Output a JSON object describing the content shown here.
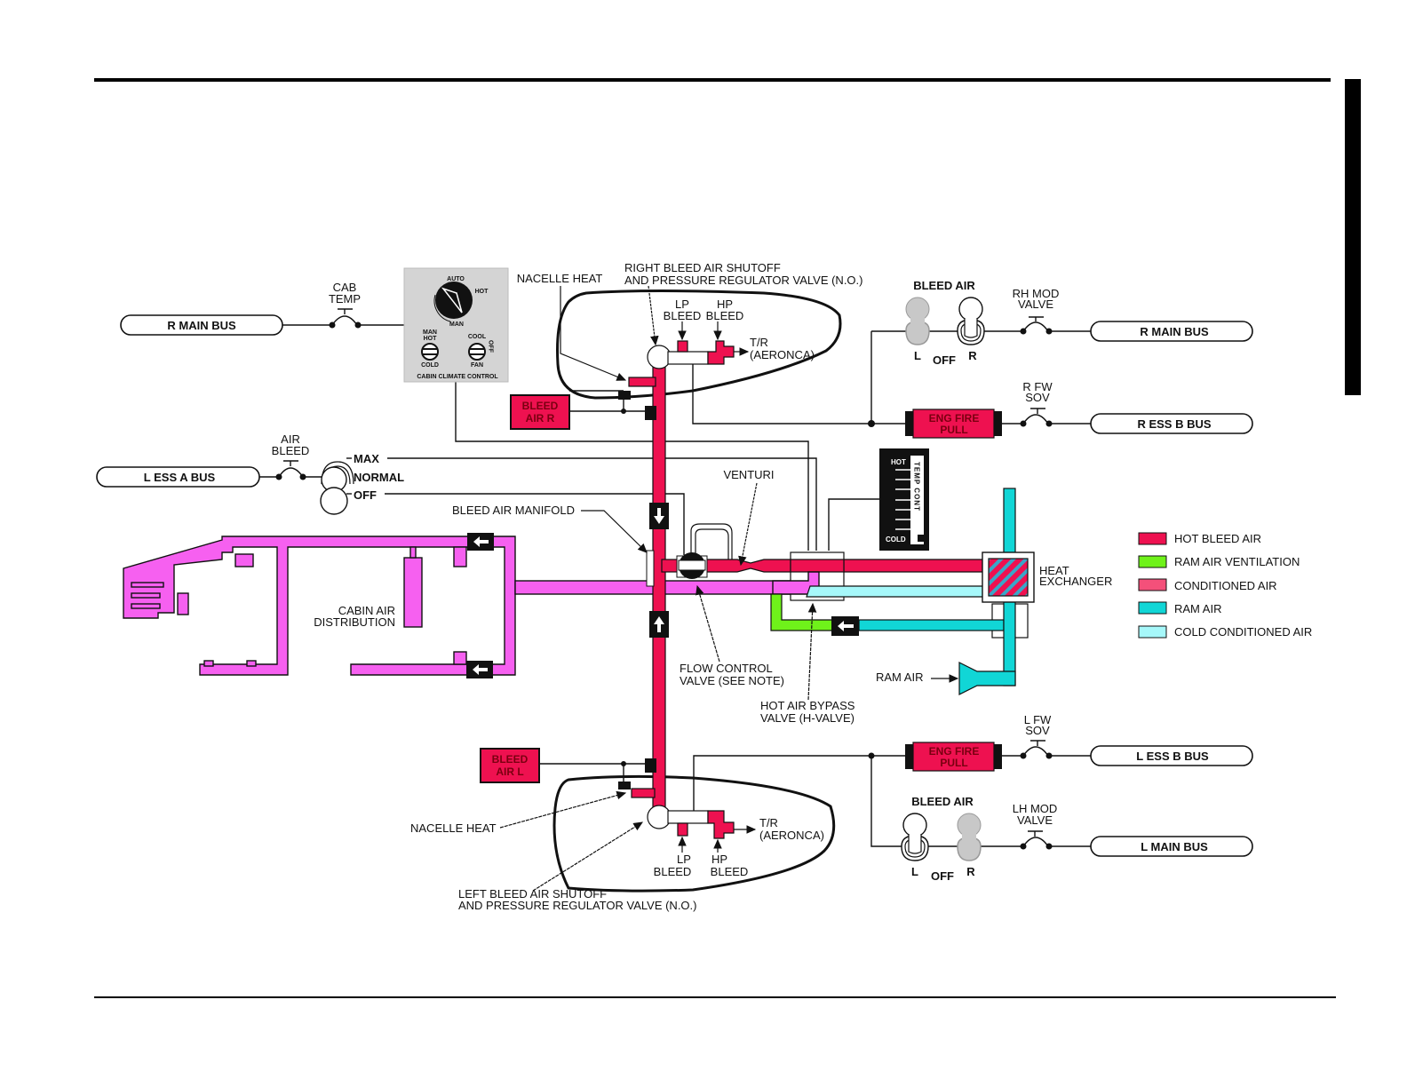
{
  "page": {
    "title": "Cabin Climate Control / Bleed Air System Schematic"
  },
  "buses": {
    "r_main_left": "R MAIN BUS",
    "r_main_right": "R MAIN BUS",
    "r_ess_b": "R ESS B BUS",
    "l_ess_a": "L ESS A BUS",
    "l_ess_b": "L ESS B BUS",
    "l_main": "L MAIN BUS"
  },
  "breakers": {
    "cab_temp": [
      "CAB",
      "TEMP"
    ],
    "air_bleed": [
      "AIR",
      "BLEED"
    ],
    "rh_mod_valve": [
      "RH MOD",
      "VALVE"
    ],
    "r_fw_sov": [
      "R FW",
      "SOV"
    ],
    "l_fw_sov": [
      "L FW",
      "SOV"
    ],
    "lh_mod_valve": [
      "LH MOD",
      "VALVE"
    ]
  },
  "panel": {
    "title": "CABIN CLIMATE CONTROL",
    "knob_auto": "AUTO",
    "knob_hot": "HOT",
    "knob_man": "MAN",
    "left_top": [
      "MAN",
      "HOT"
    ],
    "left_bottom": "COLD",
    "right_top": "COOL",
    "right_side": "OFF",
    "right_bottom": "FAN"
  },
  "air_bleed_switch": {
    "positions": [
      "MAX",
      "NORMAL",
      "OFF"
    ]
  },
  "bleed_air_switch_right": {
    "title": "BLEED AIR",
    "l": "L",
    "off": "OFF",
    "r": "R"
  },
  "bleed_air_switch_left": {
    "title": "BLEED AIR",
    "l": "L",
    "off": "OFF",
    "r": "R"
  },
  "annunciators": {
    "bleed_air_r": [
      "BLEED",
      "AIR R"
    ],
    "bleed_air_l": [
      "BLEED",
      "AIR L"
    ],
    "eng_fire_pull_r": [
      "ENG FIRE",
      "PULL"
    ],
    "eng_fire_pull_l": [
      "ENG FIRE",
      "PULL"
    ]
  },
  "labels": {
    "nacelle_heat_r": "NACELLE HEAT",
    "right_valve": [
      "RIGHT BLEED AIR SHUTOFF",
      "AND PRESSURE REGULATOR VALVE (N.O.)"
    ],
    "lp_bleed_r": [
      "LP",
      "BLEED"
    ],
    "hp_bleed_r": [
      "HP",
      "BLEED"
    ],
    "tr_r": [
      "T/R",
      "(AERONCA)"
    ],
    "venturi": "VENTURI",
    "bleed_air_manifold": "BLEED AIR MANIFOLD",
    "cabin_air_distribution": [
      "CABIN AIR",
      "DISTRIBUTION"
    ],
    "flow_control_valve": [
      "FLOW CONTROL",
      "VALVE (SEE NOTE)"
    ],
    "hot_air_bypass": [
      "HOT AIR BYPASS",
      "VALVE (H-VALVE)"
    ],
    "heat_exchanger": [
      "HEAT",
      "EXCHANGER"
    ],
    "ram_air": "RAM  AIR",
    "nacelle_heat_l": "NACELLE HEAT",
    "left_valve": [
      "LEFT BLEED AIR SHUTOFF",
      "AND PRESSURE REGULATOR VALVE (N.O.)"
    ],
    "lp_bleed_l": [
      "LP",
      "BLEED"
    ],
    "hp_bleed_l": [
      "HP",
      "BLEED"
    ],
    "tr_l": [
      "T/R",
      "(AERONCA)"
    ]
  },
  "temp_indicator": {
    "hot": "HOT",
    "cold": "COLD",
    "vertical": "TEMP CONT"
  },
  "legend": {
    "items": [
      {
        "label": "HOT BLEED AIR",
        "color": "#ee1150"
      },
      {
        "label": "RAM AIR VENTILATION",
        "color": "#6ff21a"
      },
      {
        "label": "CONDITIONED AIR",
        "color": "#f4507a"
      },
      {
        "label": "RAM AIR",
        "color": "#11d6d6"
      },
      {
        "label": "COLD CONDITIONED AIR",
        "color": "#a6f8fa"
      }
    ]
  },
  "colors": {
    "hot_bleed": "#ee1150",
    "distribution": "#f660f0",
    "ram_air": "#11d6d6",
    "cold_conditioned": "#a6f8fa",
    "ram_ventilation": "#6ff21a",
    "panel_gray": "#d4d4d4"
  }
}
